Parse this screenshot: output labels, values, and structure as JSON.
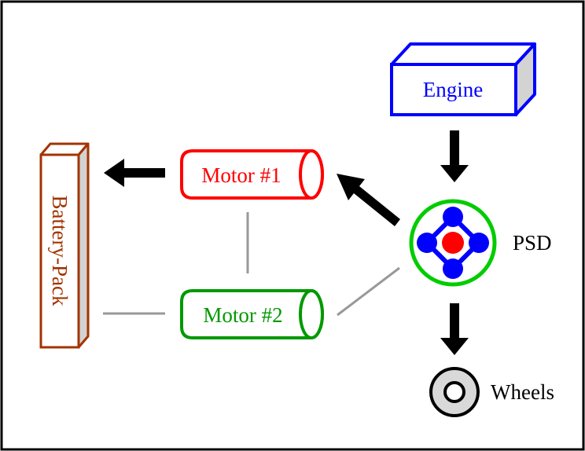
{
  "diagram": {
    "title": "Hybrid powertrain power flow",
    "nodes": {
      "engine": {
        "label": "Engine",
        "color": "#0000ff",
        "side_fill": "#d3d3d3"
      },
      "battery": {
        "label": "Battery-Pack",
        "color": "#a33300",
        "side_fill": "#d3d3d3"
      },
      "motor1": {
        "label": "Motor #1",
        "color": "#ff0000"
      },
      "motor2": {
        "label": "Motor #2",
        "color": "#009900"
      },
      "psd": {
        "label": "PSD",
        "ring_color": "#00cc00",
        "planet_color": "#0000ff",
        "sun_color": "#ff0000"
      },
      "wheels": {
        "label": "Wheels",
        "fill": "#d9d9d9"
      }
    },
    "arrows": [
      {
        "from": "engine",
        "to": "psd"
      },
      {
        "from": "psd",
        "to": "motor1"
      },
      {
        "from": "motor1",
        "to": "battery"
      },
      {
        "from": "psd",
        "to": "wheels"
      }
    ],
    "links": [
      {
        "from": "motor1",
        "to": "motor2"
      },
      {
        "from": "battery",
        "to": "motor2"
      },
      {
        "from": "motor2",
        "to": "psd"
      }
    ],
    "arrow_color": "#000000",
    "link_color": "#999999",
    "border_color": "#000000"
  }
}
